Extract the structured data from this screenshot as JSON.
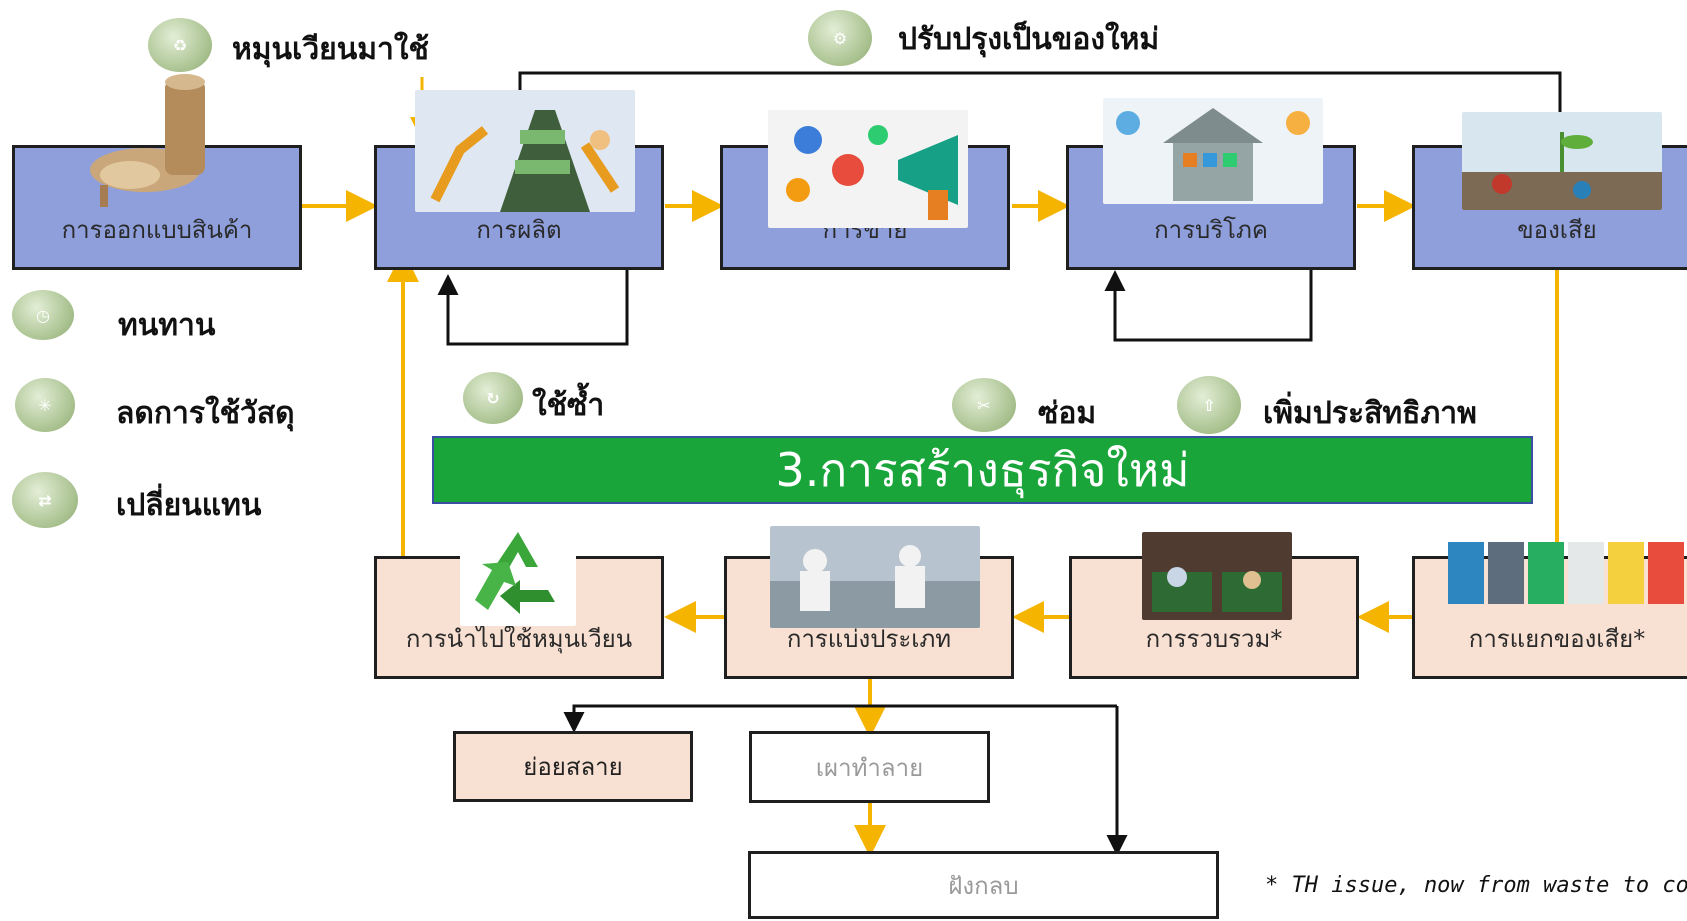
{
  "top": {
    "recycle_reuse_label": "หมุนเวียนมาใช้",
    "upgrade_label": "ปรับปรุงเป็นของใหม่"
  },
  "flow_boxes": {
    "design": "การออกแบบสินค้า",
    "production": "การผลิต",
    "sales": "การขาย",
    "consumption": "การบริโภค",
    "waste": "ของเสีย"
  },
  "strategies": {
    "durable": "ทนทาน",
    "reduce_material": "ลดการใช้วัสดุ",
    "replace": "เปลี่ยนแทน",
    "reuse": "ใช้ซ้ำ",
    "repair": "ซ่อม",
    "efficiency": "เพิ่มประสิทธิภาพ"
  },
  "banner": {
    "title": "3.การสร้างธุรกิจใหม่"
  },
  "return_flow": {
    "recycle": "การนำไปใช้หมุนเวียน",
    "classify": "การแบ่งประเภท",
    "collect": "การรวบรวม*",
    "separate": "การแยกของเสีย*"
  },
  "disposal": {
    "decompose": "ย่อยสลาย",
    "incinerate": "เผาทำลาย",
    "landfill": "ฝังกลบ"
  },
  "footnote": "* TH issue, now from waste to colle",
  "colors": {
    "flow_box": "#8e9fdc",
    "return_box": "#f8e0d2",
    "arrow": "#f5b400",
    "banner": "#1aa53a"
  }
}
